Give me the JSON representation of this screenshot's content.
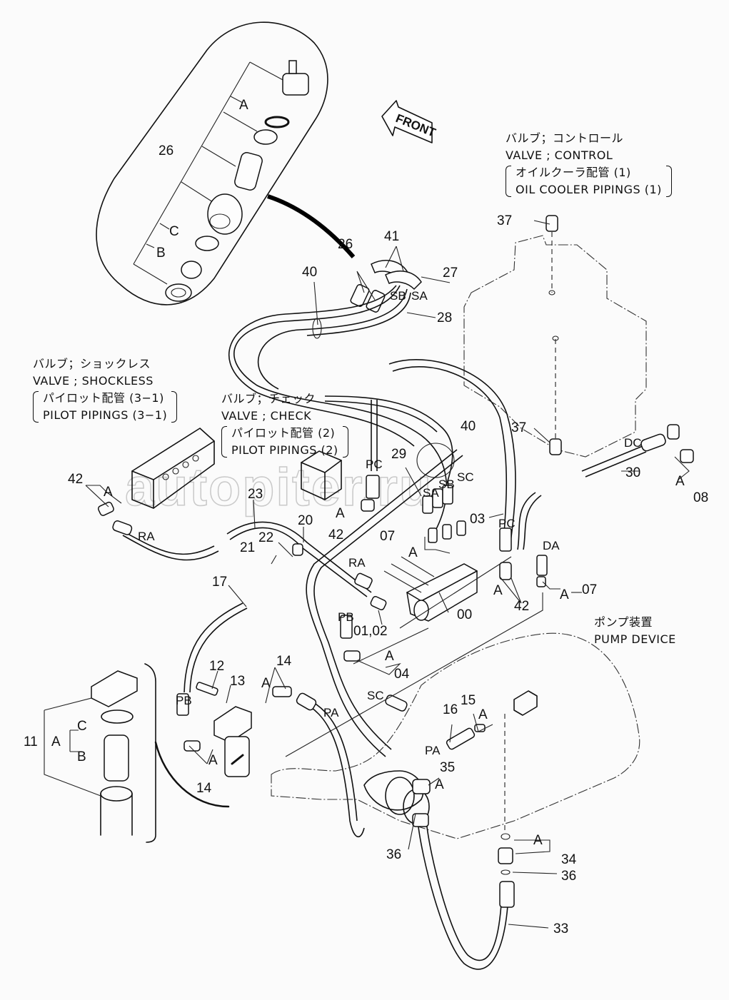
{
  "diagram": {
    "title": "Pilot piping / pump device exploded parts diagram",
    "watermark": "autopiter.ru",
    "direction_arrow": "FRONT",
    "captions": {
      "control_valve": {
        "jp": "バルブ；コントロール",
        "en": "VALVE ; CONTROL",
        "sub_jp": "オイルクーラ配管 (1)",
        "sub_en": "OIL  COOLER  PIPINGS (1)"
      },
      "shockless_valve": {
        "jp": "バルブ；ショックレス",
        "en": "VALVE ; SHOCKLESS",
        "sub_jp": "パイロット配管 (3−1)",
        "sub_en": "PILOT  PIPINGS (3−1)"
      },
      "check_valve": {
        "jp": "バルブ；チェック",
        "en": "VALVE ; CHECK",
        "sub_jp": "パイロット配管 (2)",
        "sub_en": "PILOT  PIPINGS (2)"
      },
      "pump_device": {
        "jp": "ポンプ装置",
        "en": "PUMP  DEVICE"
      }
    },
    "callouts": {
      "p26_detail": "26",
      "p26_detail_A": "A",
      "p26_detail_C": "C",
      "p26_detail_B": "B",
      "p26": "26",
      "p41": "41",
      "p27": "27",
      "p28": "28",
      "p40_top": "40",
      "p40_mid": "40",
      "p37_top": "37",
      "p37_bot": "37",
      "p42_left": "42",
      "p42_left_A": "A",
      "p42_mid": "42",
      "p42_mid_A": "A",
      "p42_right": "42",
      "p42_right_A": "A",
      "p23": "23",
      "p20": "20",
      "p22": "22",
      "p21": "21",
      "p17": "17",
      "p29": "29",
      "p03": "03",
      "p07_mid": "07",
      "p07_mid_A": "A",
      "p07_right": "07",
      "p07_right_A": "A",
      "p30": "30",
      "p08": "08",
      "p08_A": "A",
      "p00": "00",
      "p01_02": "01,02",
      "p04": "04",
      "p04_A": "A",
      "p11": "11",
      "p11_A": "A",
      "p11_C": "C",
      "p11_B": "B",
      "p12": "12",
      "p13": "13",
      "p14_top": "14",
      "p14_top_A": "A",
      "p14_bot": "14",
      "p14_bot_A": "A",
      "p15": "15",
      "p15_A": "A",
      "p16": "16",
      "p35": "35",
      "p35_A": "A",
      "p36_left": "36",
      "p34": "34",
      "p34_A": "A",
      "p36_right": "36",
      "p33": "33"
    },
    "port_labels": {
      "sb_top": "SB",
      "sa_top": "SA",
      "pc_left": "PC",
      "sa_mid": "SA",
      "sb_mid": "SB",
      "sc_mid": "SC",
      "pc_right": "PC",
      "dc": "DC",
      "da": "DA",
      "ra_left": "RA",
      "ra_mid": "RA",
      "pb_mid": "PB",
      "pb_left": "PB",
      "sc_low": "SC",
      "pa_low": "PA",
      "pa_pump": "PA"
    }
  }
}
